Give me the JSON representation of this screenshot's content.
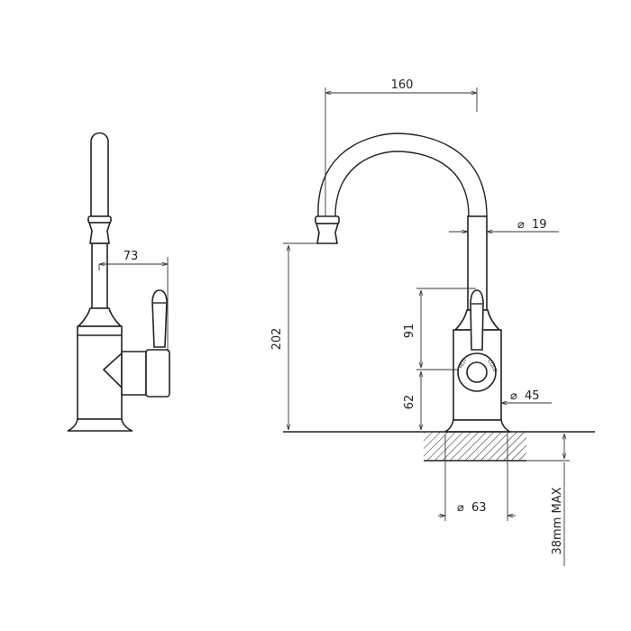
{
  "dimensions": {
    "side_depth": "73",
    "spout_reach": "160",
    "spout_diameter": "19",
    "overall_height": "202",
    "handle_height": "91",
    "body_height": "62",
    "body_diameter": "45",
    "base_diameter": "63",
    "bench_thickness": "38mm MAX",
    "diameter_symbol": "⌀"
  },
  "labels": {
    "hot": "HOT",
    "cold": "COLD"
  },
  "colors": {
    "line": "#222222",
    "background": "#ffffff"
  }
}
